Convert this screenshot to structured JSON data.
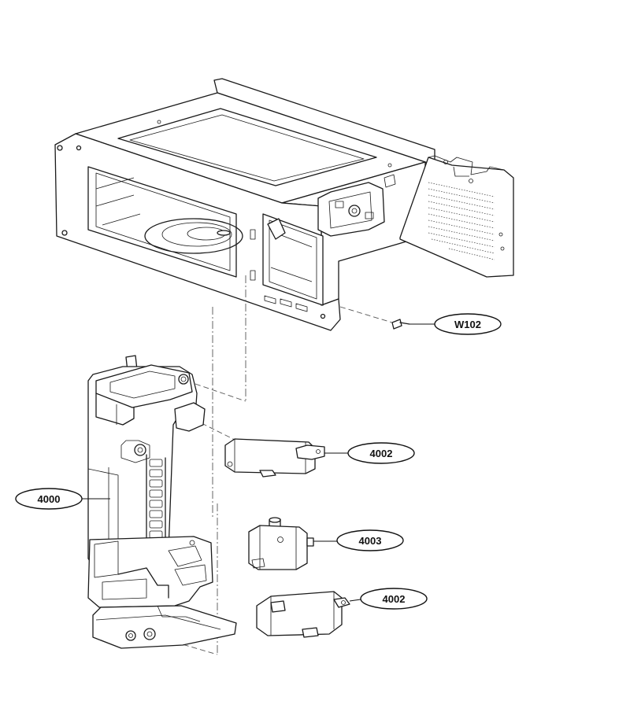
{
  "callouts": [
    {
      "id": "w102",
      "label": "W102"
    },
    {
      "id": "4002a",
      "label": "4002"
    },
    {
      "id": "4000",
      "label": "4000"
    },
    {
      "id": "4003",
      "label": "4003"
    },
    {
      "id": "4002b",
      "label": "4002"
    }
  ]
}
